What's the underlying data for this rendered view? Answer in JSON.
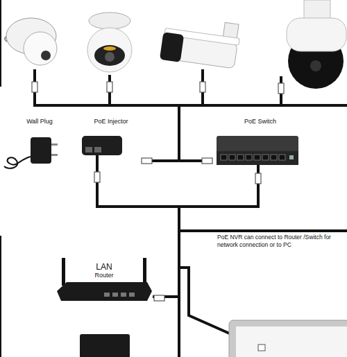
{
  "diagram": {
    "nodes": [
      {
        "text": [
          "Wall Plug"
        ]
      },
      {
        "text": [
          "PoE Injector"
        ]
      },
      {
        "text": [
          "PoE Switch"
        ]
      },
      {
        "text": [
          "LAN",
          "Router"
        ]
      }
    ],
    "edges": [
      {
        "from": 1,
        "to": 3,
        "arrow": "none"
      },
      {
        "from": 2,
        "to": 3,
        "arrow": "none"
      }
    ],
    "labels": [
      "PoE NVR can connect to Router /Switch for network connection or to PC"
    ]
  }
}
